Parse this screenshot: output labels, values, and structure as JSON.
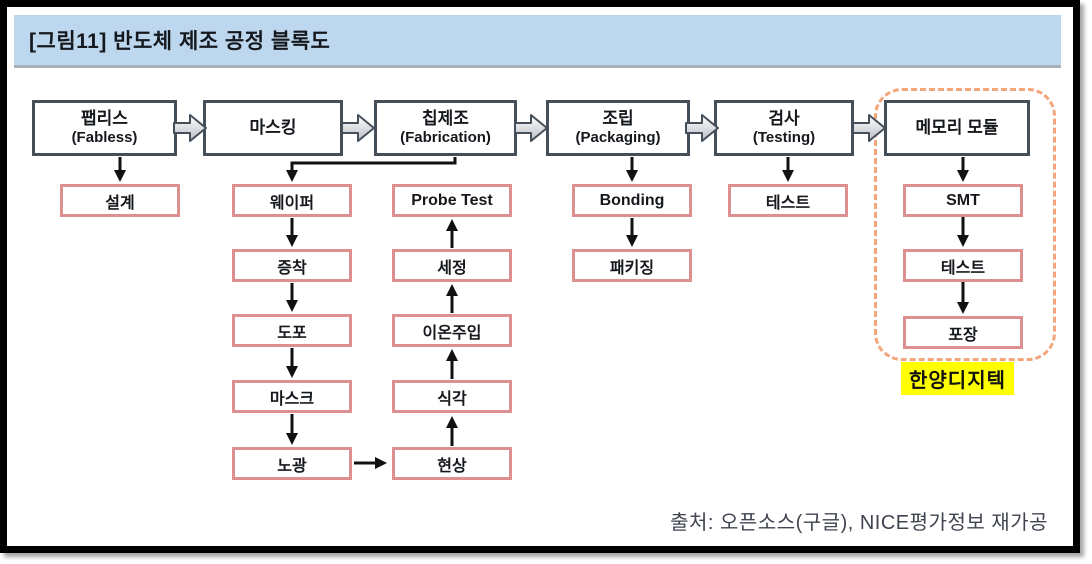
{
  "header": {
    "title": "[그림11] 반도체 제조 공정 블록도"
  },
  "colors": {
    "header_bg": "#BDD7EE",
    "stage_border": "#454F59",
    "step_border": "#DE8F90",
    "dashed_region": "#F4A57B",
    "highlight": "#FFFF00",
    "arrow": "#111111"
  },
  "top_row": [
    {
      "label": "팹리스",
      "sublabel": "(Fabless)"
    },
    {
      "label": "마스킹",
      "sublabel": ""
    },
    {
      "label": "칩제조",
      "sublabel": "(Fabrication)"
    },
    {
      "label": "조립",
      "sublabel": "(Packaging)"
    },
    {
      "label": "검사",
      "sublabel": "(Testing)"
    },
    {
      "label": "메모리 모듈",
      "sublabel": ""
    }
  ],
  "steps": {
    "design": "설계",
    "wafer": "웨이퍼",
    "deposition": "증착",
    "coating": "도포",
    "mask": "마스크",
    "exposure": "노광",
    "develop": "현상",
    "etching": "식각",
    "ion_implantation": "이온주입",
    "cleaning": "세정",
    "probe_test": "Probe Test",
    "bonding": "Bonding",
    "packaging": "패키징",
    "test": "테스트",
    "smt": "SMT",
    "module_test": "테스트",
    "packing": "포장"
  },
  "annotation": {
    "label": "한양디지텍"
  },
  "source": {
    "text": "출처: 오픈소스(구글), NICE평가정보 재가공"
  }
}
